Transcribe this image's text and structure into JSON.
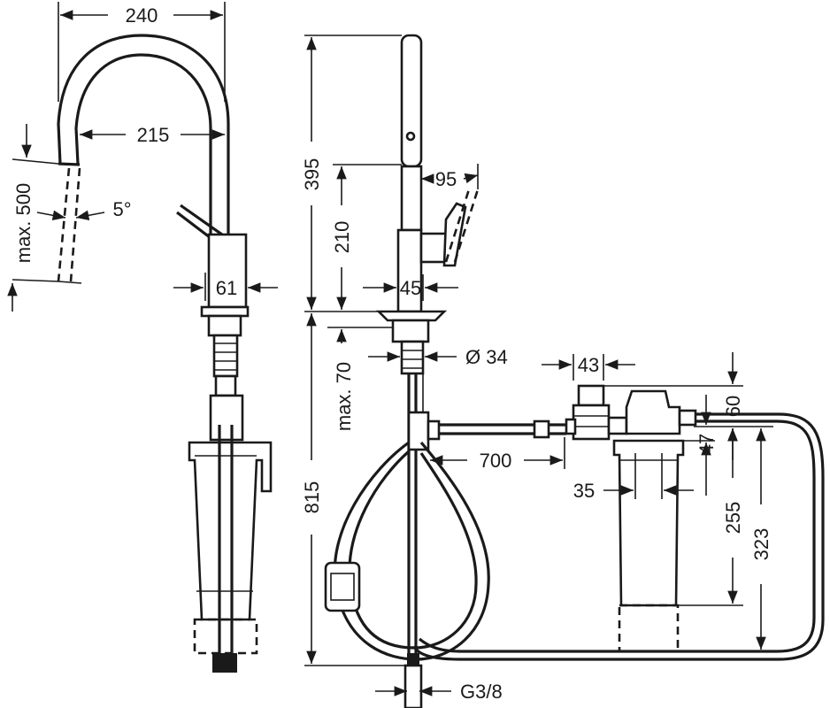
{
  "dimensions": {
    "spout_reach_outer": "240",
    "spout_reach_inner": "215",
    "spray_range": "max. 500",
    "spray_angle": "5°",
    "body_width": "61",
    "total_height": "395",
    "handle_height": "210",
    "pullout_offset": "95",
    "base_width": "45",
    "base_diameter": "Ø 34",
    "deck_thickness": "max. 70",
    "hose_length": "815",
    "connection_thread": "G3/8",
    "valve_width": "43",
    "filter_top_offset": "60",
    "filter_head_height": "47",
    "hose_to_filter": "700",
    "filter_mount_width": "35",
    "filter_body_height": "255",
    "filter_total_height": "323"
  }
}
